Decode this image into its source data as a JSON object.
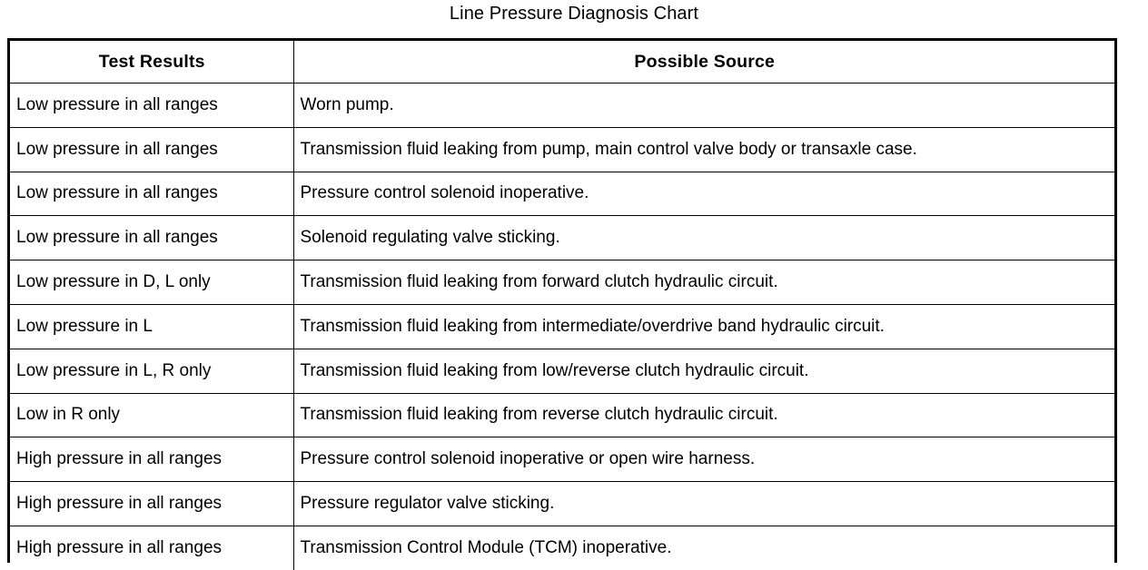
{
  "title": "Line Pressure Diagnosis Chart",
  "table": {
    "columns": [
      {
        "key": "test_results",
        "label": "Test Results"
      },
      {
        "key": "possible_source",
        "label": "Possible Source"
      }
    ],
    "rows": [
      {
        "test_results": "Low pressure in all ranges",
        "possible_source": "Worn pump."
      },
      {
        "test_results": "Low pressure in all ranges",
        "possible_source": "Transmission fluid leaking from pump, main control valve body or transaxle case."
      },
      {
        "test_results": "Low pressure in all ranges",
        "possible_source": "Pressure control solenoid inoperative."
      },
      {
        "test_results": "Low pressure in all ranges",
        "possible_source": "Solenoid regulating valve sticking."
      },
      {
        "test_results": "Low pressure in D, L only",
        "possible_source": "Transmission fluid leaking from forward clutch hydraulic circuit."
      },
      {
        "test_results": "Low pressure in L",
        "possible_source": "Transmission fluid leaking from intermediate/overdrive band hydraulic circuit."
      },
      {
        "test_results": "Low pressure in L, R only",
        "possible_source": "Transmission fluid leaking from low/reverse clutch hydraulic circuit."
      },
      {
        "test_results": "Low in R only",
        "possible_source": "Transmission fluid leaking from reverse clutch hydraulic circuit."
      },
      {
        "test_results": "High pressure in all ranges",
        "possible_source": "Pressure control solenoid inoperative or open wire harness."
      },
      {
        "test_results": "High pressure in all ranges",
        "possible_source": "Pressure regulator valve sticking."
      },
      {
        "test_results": "High pressure in all ranges",
        "possible_source": "Transmission Control Module (TCM) inoperative."
      }
    ]
  },
  "colors": {
    "text": "#000000",
    "background": "#ffffff",
    "border": "#000000"
  }
}
